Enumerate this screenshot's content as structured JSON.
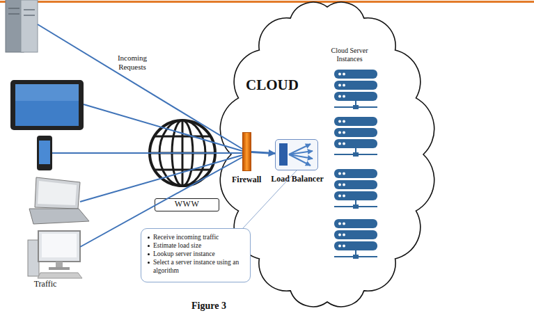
{
  "diagram": {
    "caption": "Figure 3",
    "nodes": [
      {
        "text": [
          "WWW"
        ]
      },
      {
        "text": [
          "CLOUD"
        ]
      },
      {
        "text": [
          "Firewall"
        ],
        "in": 1
      },
      {
        "text": [
          "Load Balancer"
        ],
        "in": 1
      },
      {
        "text": [
          "Receive incoming traffic",
          "Estimate load size",
          "Lookup server instance",
          "Select a server instance using an algorithm"
        ]
      }
    ],
    "edges": [
      {
        "from": 2,
        "to": 3,
        "arrow": "to"
      },
      {
        "from": 4,
        "to": 3,
        "arrow": "none"
      }
    ],
    "labels": [
      "Incoming Requests",
      "Cloud Server Instances",
      "Traffic"
    ]
  }
}
